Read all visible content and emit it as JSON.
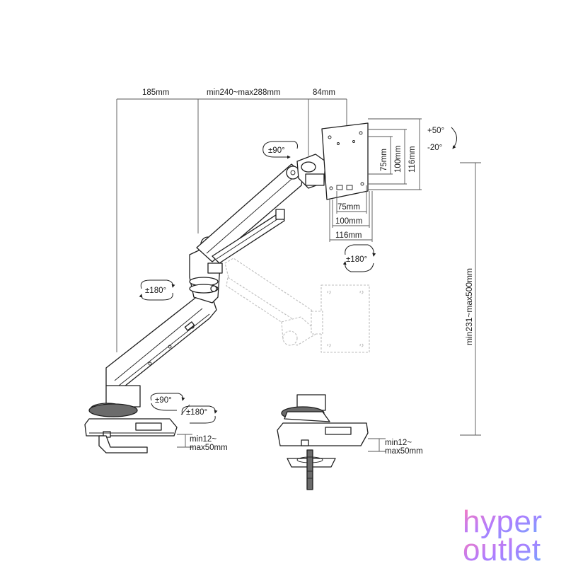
{
  "dimensions": {
    "top_left": "185mm",
    "top_mid": "min240~max288mm",
    "top_right": "84mm",
    "vesa_v75": "75mm",
    "vesa_v100": "100mm",
    "vesa_v116": "116mm",
    "vesa_h75": "75mm",
    "vesa_h100": "100mm",
    "vesa_h116": "116mm",
    "height_range": "min231~max500mm",
    "clamp_left_1": "min12~",
    "clamp_left_2": "max50mm",
    "clamp_right_1": "min12~",
    "clamp_right_2": "max50mm"
  },
  "rotations": {
    "tilt_up": "+50°",
    "tilt_down": "-20°",
    "head_swivel": "±90°",
    "panel_rotate": "±180°",
    "elbow": "±180°",
    "base_swivel": "±90°",
    "base_rotate": "±180°"
  },
  "logo": {
    "line1": "hyper",
    "line2": "outlet",
    "colors": [
      "#ff7ab8",
      "#b07cff",
      "#6fa8ff"
    ]
  }
}
